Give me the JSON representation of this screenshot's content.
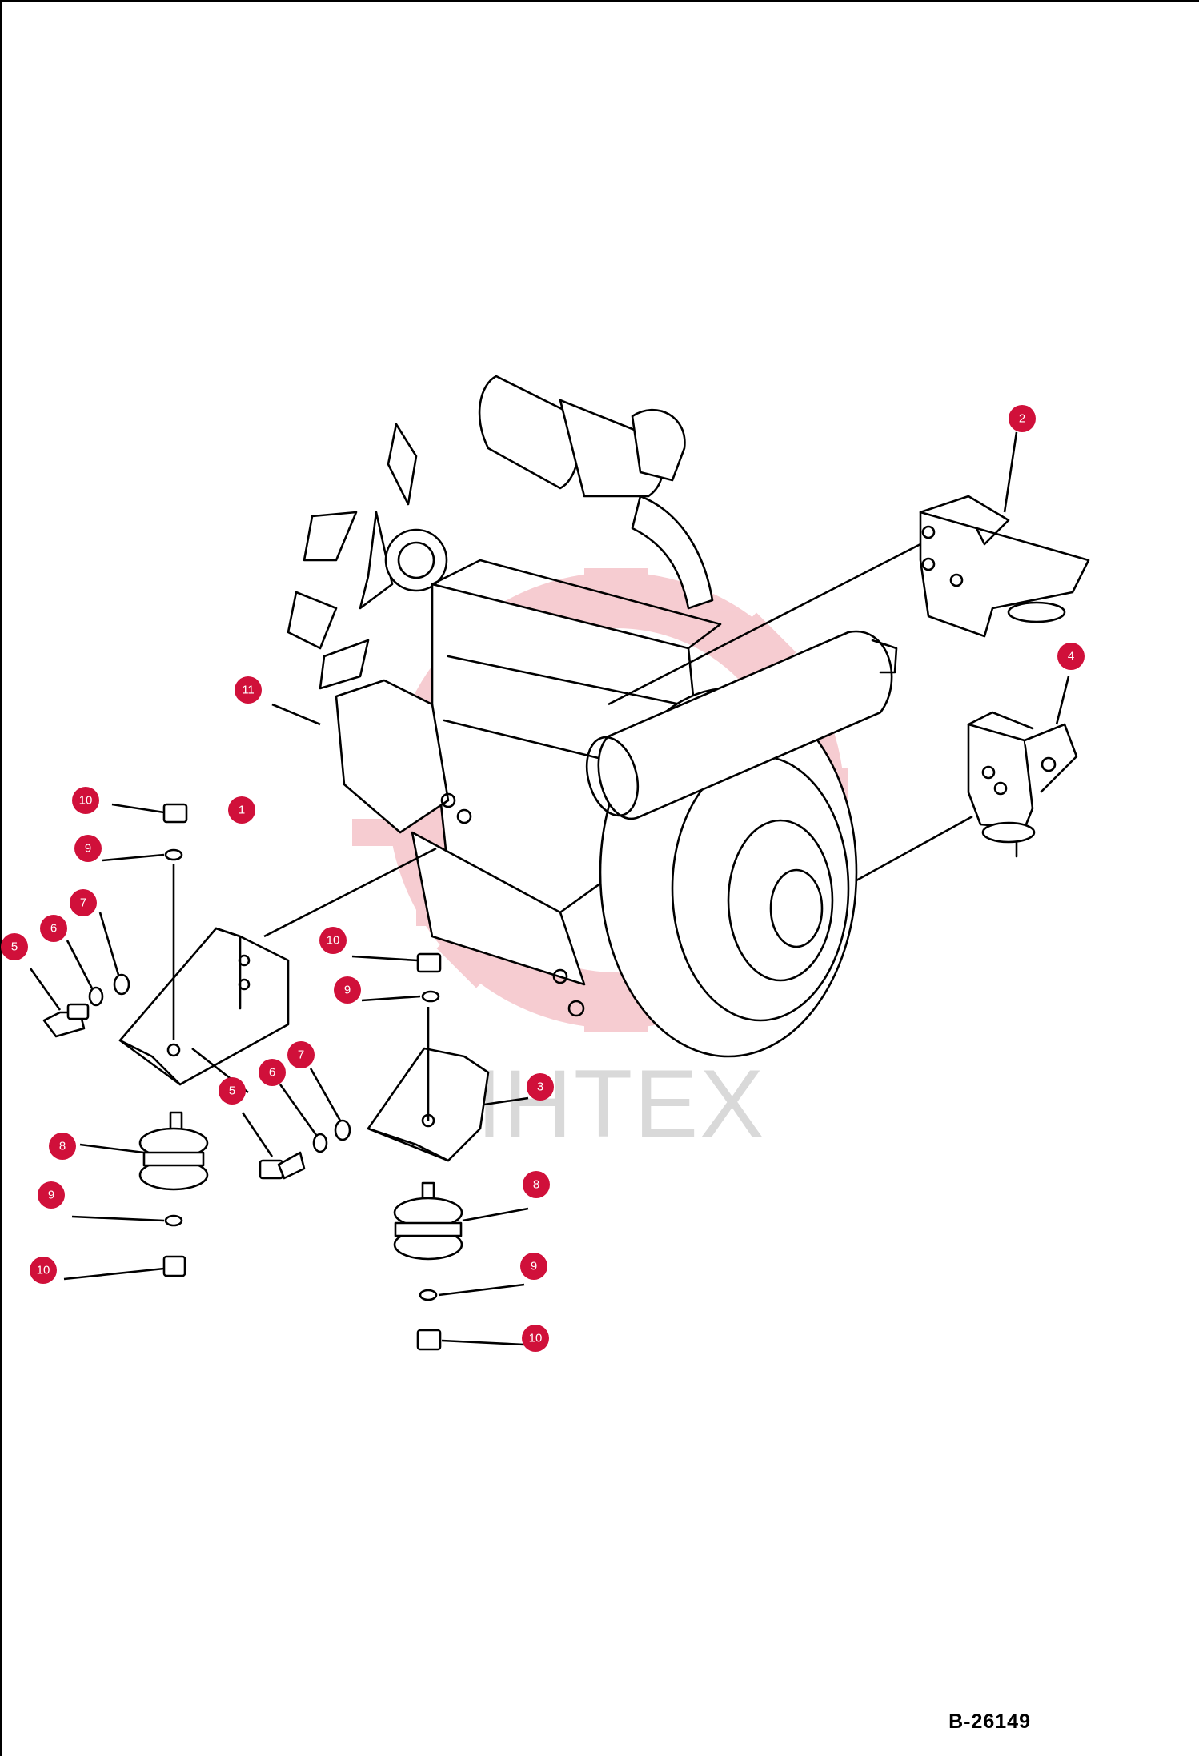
{
  "drawing": {
    "reference_code": "B-26149",
    "watermark_text": "ИНТЕХ",
    "callout_color": "#d0103a",
    "watermark_color": "#f0a4ad"
  },
  "callouts": [
    {
      "id": "c-2",
      "label": "2"
    },
    {
      "id": "c-4",
      "label": "4"
    },
    {
      "id": "c-11",
      "label": "11"
    },
    {
      "id": "c-1",
      "label": "1"
    },
    {
      "id": "c-10a",
      "label": "10"
    },
    {
      "id": "c-9a",
      "label": "9"
    },
    {
      "id": "c-7a",
      "label": "7"
    },
    {
      "id": "c-6a",
      "label": "6"
    },
    {
      "id": "c-5a",
      "label": "5"
    },
    {
      "id": "c-10b",
      "label": "10"
    },
    {
      "id": "c-9b",
      "label": "9"
    },
    {
      "id": "c-3",
      "label": "3"
    },
    {
      "id": "c-7b",
      "label": "7"
    },
    {
      "id": "c-6b",
      "label": "6"
    },
    {
      "id": "c-5b",
      "label": "5"
    },
    {
      "id": "c-8a",
      "label": "8"
    },
    {
      "id": "c-9c",
      "label": "9"
    },
    {
      "id": "c-10c",
      "label": "10"
    },
    {
      "id": "c-8b",
      "label": "8"
    },
    {
      "id": "c-9d",
      "label": "9"
    },
    {
      "id": "c-10d",
      "label": "10"
    }
  ]
}
